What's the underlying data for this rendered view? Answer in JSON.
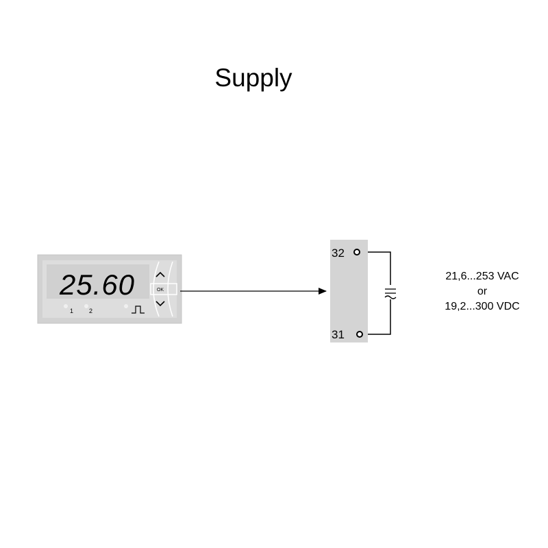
{
  "title": "Supply",
  "device": {
    "display_value": "25.60",
    "led_labels": [
      "1",
      "2"
    ],
    "buttons": {
      "up_icon": "chevron-up-icon",
      "ok_label": "OK",
      "down_icon": "chevron-down-icon"
    },
    "pulse_icon": "pulse-icon"
  },
  "terminal_block": {
    "terminals": [
      {
        "label": "32"
      },
      {
        "label": "31"
      }
    ],
    "supply_symbol_icon": "ac-dc-icon"
  },
  "supply_text": {
    "line1": "21,6...253 VAC",
    "line2": "or",
    "line3": "19,2...300 VDC"
  },
  "colors": {
    "device_bezel": "#d2d2d2",
    "device_inner": "#dcdcdc",
    "display_window": "#cfcfcf",
    "terminal_block": "#d4d4d4",
    "line": "#000000"
  }
}
